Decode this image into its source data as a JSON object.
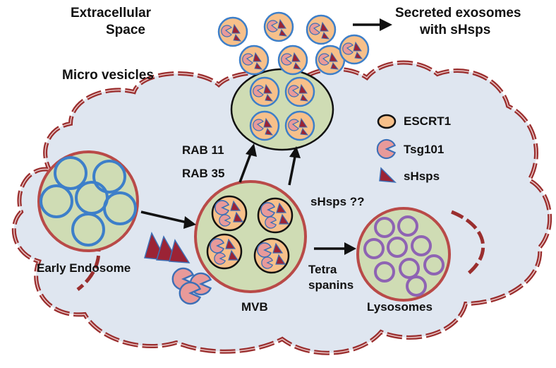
{
  "labels": {
    "extracellular": "Extracellular",
    "space": "Space",
    "micro_vesicles": "Micro vesicles",
    "secreted_line1": "Secreted exosomes",
    "secreted_line2": "with sHsps",
    "rab11": "RAB 11",
    "rab35": "RAB 35",
    "shsps_question": "sHsps ??",
    "early_endosome": "Early Endosome",
    "mvb": "MVB",
    "tetra": "Tetra",
    "spanins": "spanins",
    "lysosomes": "Lysosomes"
  },
  "legend": [
    {
      "icon": "escrt1-icon",
      "label": "ESCRT1"
    },
    {
      "icon": "tsg101-icon",
      "label": "Tsg101"
    },
    {
      "icon": "shsps-icon",
      "label": "sHsps"
    }
  ],
  "colors": {
    "cell_fill": "#dfe6f0",
    "membrane_red": "#b03a3a",
    "compartment_fill": "#cfdcb4",
    "endosome_ring": "#3d7fc9",
    "lysosome_ring": "#8e63b3",
    "escrt_fill": "#f7c08a",
    "shsps_red": "#9b2335"
  }
}
